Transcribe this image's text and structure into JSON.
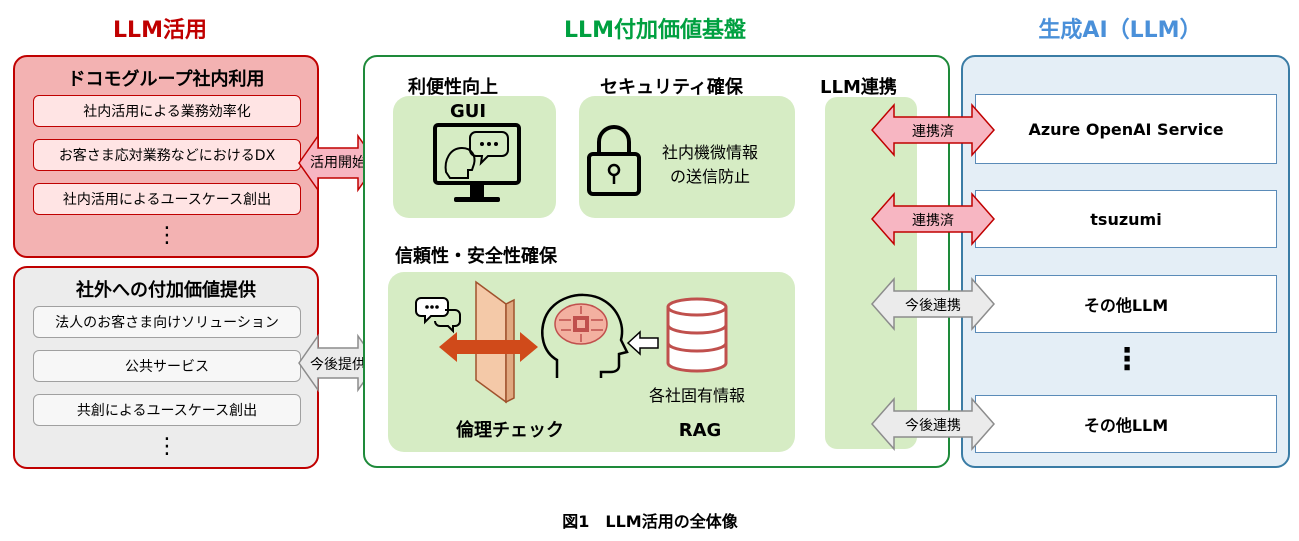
{
  "columns": {
    "left_title": "LLM活用",
    "middle_title": "LLM付加価値基盤",
    "right_title": "生成AI（LLM）"
  },
  "docomo": {
    "title": "ドコモグループ社内利用",
    "items": [
      "社内活用による業務効率化",
      "お客さま応対業務などにおけるDX",
      "社内活用によるユースケース創出"
    ],
    "more": "⋮"
  },
  "external": {
    "title": "社外への付加価値提供",
    "items": [
      "法人のお客さま向けソリューション",
      "公共サービス",
      "共創によるユースケース創出"
    ],
    "more": "⋮"
  },
  "left_arrows": {
    "top": "活用開始",
    "bottom": "今後提供"
  },
  "platform": {
    "usability": {
      "title": "利便性向上",
      "label": "GUI"
    },
    "security": {
      "title": "セキュリティ確保",
      "line1": "社内機微情報",
      "line2": "の送信防止"
    },
    "reliability": {
      "title": "信頼性・安全性確保",
      "ethics_label": "倫理チェック",
      "rag_label": "RAG",
      "rag_caption": "各社固有情報"
    },
    "link_title": "LLM連携"
  },
  "llms": [
    {
      "name": "Azure OpenAI Service",
      "status": "連携済"
    },
    {
      "name": "tsuzumi",
      "status": "連携済"
    },
    {
      "name": "その他LLM",
      "status": "今後連携"
    },
    {
      "name": "その他LLM",
      "status": "今後連携"
    }
  ],
  "llm_more": "⋮",
  "caption": "図1　LLM活用の全体像",
  "colors": {
    "red": "#c00000",
    "green": "#00a040",
    "blue": "#4a90d9",
    "pink_arrow": "#f7b6c2",
    "gray_arrow": "#e8e8e8",
    "orange_arrow": "#d04a1a"
  }
}
